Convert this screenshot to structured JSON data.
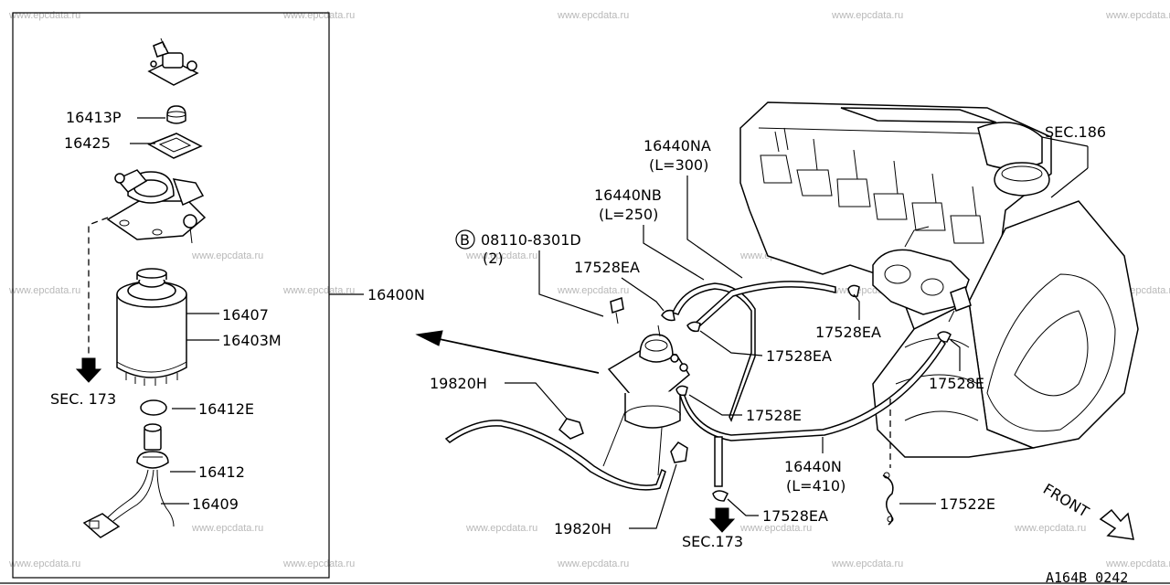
{
  "watermark": "www.epcdata.ru",
  "diagram_code": "A164B 0242",
  "labels": {
    "p16413P": "16413P",
    "p16425": "16425",
    "p16400N": "16400N",
    "p16407": "16407",
    "p16403M": "16403M",
    "sec173_left": "SEC. 173",
    "p16412E": "16412E",
    "p16412": "16412",
    "p16409": "16409",
    "p16440NA": "16440NA",
    "p16440NA_len": "(L=300)",
    "p16440NB": "16440NB",
    "p16440NB_len": "(L=250)",
    "bolt_badge": "B",
    "bolt_code": "08110-8301D",
    "bolt_qty": "(2)",
    "p17528EA_top": "17528EA",
    "p17528EA_mid": "17528EA",
    "p17528EA_right": "17528EA",
    "p17528E_right": "17528E",
    "p17528E_mid": "17528E",
    "p19820H_upper": "19820H",
    "p19820H_lower": "19820H",
    "p16440N": "16440N",
    "p16440N_len": "(L=410)",
    "p17528EA_bottom": "17528EA",
    "sec173_bottom": "SEC.173",
    "p17522E": "17522E",
    "sec186": "SEC.186",
    "front": "FRONT"
  }
}
